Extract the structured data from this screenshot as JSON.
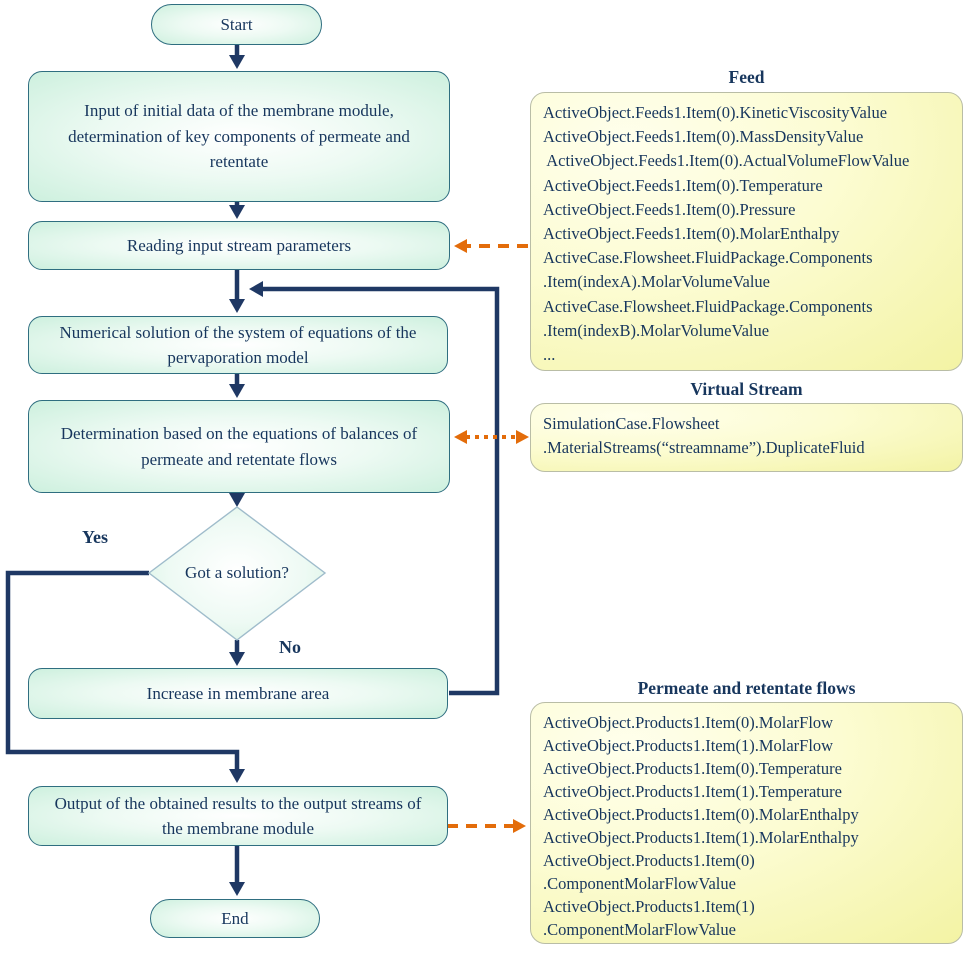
{
  "flowchart": {
    "start_label": "Start",
    "end_label": "End",
    "decision_label": "Got a solution?",
    "yes_label": "Yes",
    "no_label": "No",
    "steps": [
      {
        "id": "input-data",
        "label": "Input of initial data of the membrane module, determination of key components of permeate and retentate"
      },
      {
        "id": "reading-parameters",
        "label": "Reading input stream parameters"
      },
      {
        "id": "numerical-solution",
        "label": "Numerical solution of the system of equations of the pervaporation model"
      },
      {
        "id": "determination-balances",
        "label": "Determination based on the equations of balances of permeate and retentate flows"
      },
      {
        "id": "increase-area",
        "label": "Increase in membrane area"
      },
      {
        "id": "output-results",
        "label": "Output of the obtained results to the output streams of the membrane module"
      }
    ]
  },
  "panels": [
    {
      "title": "Feed",
      "lines": [
        "ActiveObject.Feeds1.Item(0).KineticViscosityValue",
        "ActiveObject.Feeds1.Item(0).MassDensityValue",
        " ActiveObject.Feeds1.Item(0).ActualVolumeFlowValue",
        "ActiveObject.Feeds1.Item(0).Temperature",
        "ActiveObject.Feeds1.Item(0).Pressure",
        "ActiveObject.Feeds1.Item(0).MolarEnthalpy",
        "ActiveCase.Flowsheet.FluidPackage.Components",
        ".Item(indexA).MolarVolumeValue",
        "ActiveCase.Flowsheet.FluidPackage.Components",
        ".Item(indexB).MolarVolumeValue",
        "..."
      ]
    },
    {
      "title": "Virtual Stream",
      "lines": [
        "SimulationCase.Flowsheet",
        ".MaterialStreams(“streamname”).DuplicateFluid"
      ]
    },
    {
      "title": "Permeate and retentate flows",
      "lines": [
        "ActiveObject.Products1.Item(0).MolarFlow",
        "ActiveObject.Products1.Item(1).MolarFlow",
        "ActiveObject.Products1.Item(0).Temperature",
        "ActiveObject.Products1.Item(1).Temperature",
        "ActiveObject.Products1.Item(0).MolarEnthalpy",
        "ActiveObject.Products1.Item(1).MolarEnthalpy",
        "ActiveObject.Products1.Item(0)",
        ".ComponentMolarFlowValue",
        "ActiveObject.Products1.Item(1)",
        ".ComponentMolarFlowValue"
      ]
    }
  ],
  "colors": {
    "flow_arrow": "#1f3864",
    "text": "#17365d",
    "link_arrow_orange": "#e36c0a",
    "node_border": "#2f6e80",
    "node_fill_edge": "#cdf0de",
    "diamond_border": "#9fbccb",
    "panel_fill": "#f8f8c0",
    "panel_border": "#b9bda6"
  }
}
